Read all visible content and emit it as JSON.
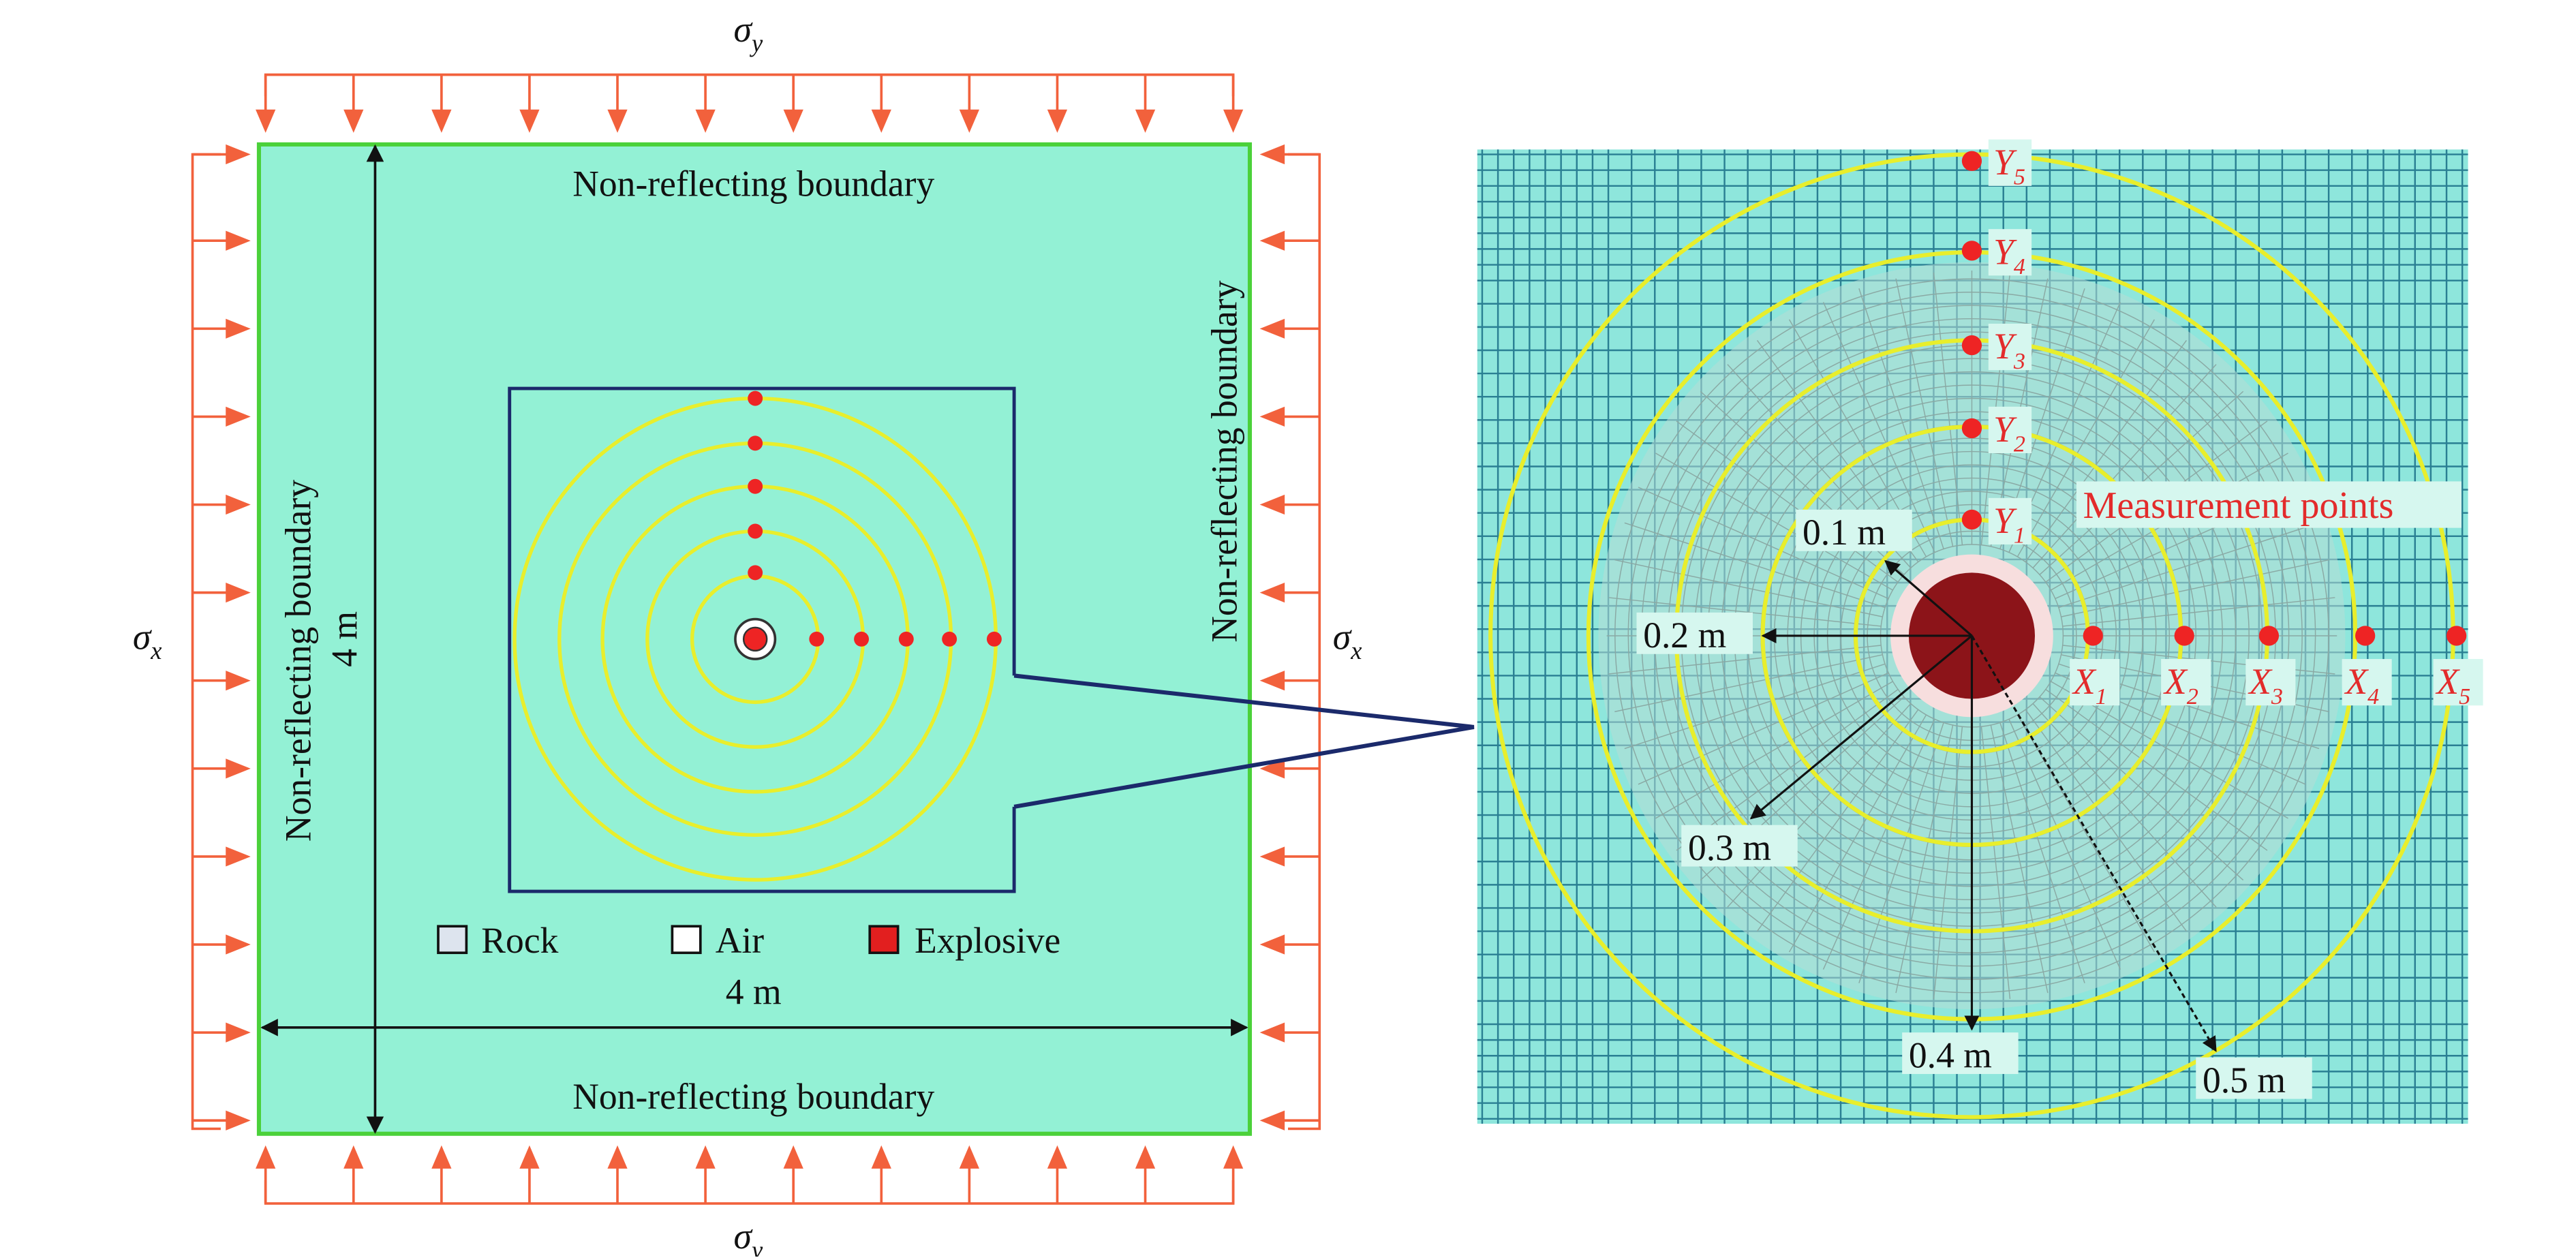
{
  "colors": {
    "domain_fill": "#93f1d5",
    "domain_border": "#4bd13a",
    "zoom_fill": "#8ee6dc",
    "grid_line": "#2a7f93",
    "load_arrow": "#f2613c",
    "ring": "#e8ee2c",
    "measurement_point": "#ee2424",
    "explosive": "#8c1419",
    "air": "#f7dede",
    "callout_line": "#1b2a6b",
    "text": "#111111",
    "label_red": "#e32b2b",
    "dim_arrow": "#111111"
  },
  "stress_labels": {
    "sigma_y_top": {
      "main": "σ",
      "sub": "y"
    },
    "sigma_y_bottom": {
      "main": "σ",
      "sub": "y"
    },
    "sigma_x_left": {
      "main": "σ",
      "sub": "x"
    },
    "sigma_x_right": {
      "main": "σ",
      "sub": "x"
    }
  },
  "boundaries": {
    "top": "Non-reflecting boundary",
    "bottom": "Non-reflecting boundary",
    "left": "Non-reflecting boundary",
    "right": "Non-reflecting boundary"
  },
  "dimensions": {
    "vertical": "4 m",
    "horizontal": "4 m"
  },
  "legend": [
    {
      "label": "Rock",
      "color": "#dde4ee",
      "icon": "rock-swatch"
    },
    {
      "label": "Air",
      "color": "#ffffff",
      "icon": "air-swatch"
    },
    {
      "label": "Explosive",
      "color": "#e21f1f",
      "icon": "explosive-swatch"
    }
  ],
  "zoom": {
    "title": "Measurement points",
    "x_points": [
      {
        "main": "X",
        "sub": "1"
      },
      {
        "main": "X",
        "sub": "2"
      },
      {
        "main": "X",
        "sub": "3"
      },
      {
        "main": "X",
        "sub": "4"
      },
      {
        "main": "X",
        "sub": "5"
      }
    ],
    "y_points": [
      {
        "main": "Y",
        "sub": "1"
      },
      {
        "main": "Y",
        "sub": "2"
      },
      {
        "main": "Y",
        "sub": "3"
      },
      {
        "main": "Y",
        "sub": "4"
      },
      {
        "main": "Y",
        "sub": "5"
      }
    ],
    "radii": [
      "0.1 m",
      "0.2 m",
      "0.3 m",
      "0.4 m",
      "0.5 m"
    ]
  }
}
